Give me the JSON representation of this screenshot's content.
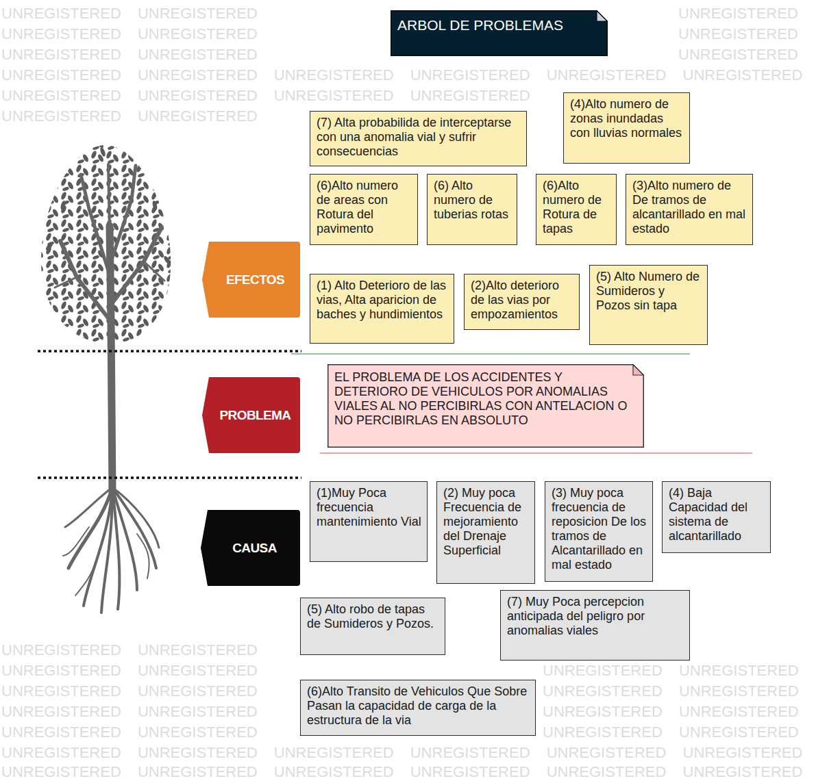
{
  "diagram": {
    "title": "ARBOL DE PROBLEMAS",
    "nodes": [
      {
        "text": [
          "EFECTOS"
        ]
      },
      {
        "text": [
          "(7) Alta probabilida de interceptarse con una anomalia vial y sufrir consecuencias"
        ]
      },
      {
        "text": [
          "(4)Alto numero de zonas inundadas con lluvias normales"
        ]
      },
      {
        "text": [
          "(6)Alto numero de areas con Rotura del pavimento"
        ]
      },
      {
        "text": [
          "(6) Alto numero de tuberias rotas"
        ]
      },
      {
        "text": [
          "(6)Alto numero de Rotura de tapas"
        ]
      },
      {
        "text": [
          "(3)Alto numero de De tramos de alcantarillado en mal estado"
        ]
      },
      {
        "text": [
          "(1) Alto Deterioro de las vias, Alta aparicion de baches y hundimientos"
        ]
      },
      {
        "text": [
          "(2)Alto deterioro de las vias por empozamientos"
        ]
      },
      {
        "text": [
          "(5) Alto Numero de Sumideros y Pozos sin tapa"
        ]
      },
      {
        "text": [
          "PROBLEMA"
        ]
      },
      {
        "text": [
          "EL PROBLEMA DE LOS ACCIDENTES Y DETERIORO DE VEHICULOS POR ANOMALIAS VIALES AL NO PERCIBIRLAS CON ANTELACION O NO PERCIBIRLAS EN ABSOLUTO"
        ]
      },
      {
        "text": [
          "CAUSA"
        ]
      },
      {
        "text": [
          "(1)Muy Poca frecuencia mantenimiento Vial"
        ]
      },
      {
        "text": [
          "(2) Muy poca Frecuencia de mejoramiento del Drenaje Superficial"
        ]
      },
      {
        "text": [
          "(3) Muy poca frecuencia de reposicion De los tramos de Alcantarillado en mal estado"
        ]
      },
      {
        "text": [
          "(4) Baja Capacidad del sistema de alcantarillado"
        ]
      },
      {
        "text": [
          "(5) Alto robo de tapas de Sumideros y Pozos."
        ]
      },
      {
        "text": [
          "(7) Muy Poca percepcion anticipada del peligro por anomalias viales"
        ]
      },
      {
        "text": [
          "(6)Alto Transito de Vehiculos Que Sobre Pasan la capacidad de carga de la estructura de la via"
        ]
      }
    ],
    "labels": [
      "UNREGISTERED UNREGISTERED",
      "UNREGISTERED",
      "UNREGISTERED UNREGISTERED",
      "UNREGISTERED",
      "UNREGISTERED UNREGISTERED",
      "UNREGISTERED",
      "UNREGISTERED UNREGISTERED UNREGISTERED UNREGISTERED UNREGISTERED UNREGISTERED",
      "UNREGISTERED UNREGISTERED UNREGISTERED UNREGISTERED",
      "UNREGISTERED UNREGISTERED",
      "UNREGISTERED UNREGISTERED",
      "UNREGISTERED UNREGISTERED",
      "UNREGISTERED UNREGISTERED",
      "UNREGISTERED UNREGISTERED",
      "UNREGISTERED UNREGISTERED",
      "UNREGISTERED UNREGISTERED",
      "UNREGISTERED UNREGISTERED",
      "UNREGISTERED UNREGISTERED",
      "UNREGISTERED UNREGISTERED",
      "UNREGISTERED UNREGISTERED UNREGISTERED UNREGISTERED UNREGISTERED UNREGISTERED",
      "UNREGISTERED UNREGISTERED UNREGISTERED UNREGISTERED UNREGISTERED UNREGISTERED"
    ]
  }
}
